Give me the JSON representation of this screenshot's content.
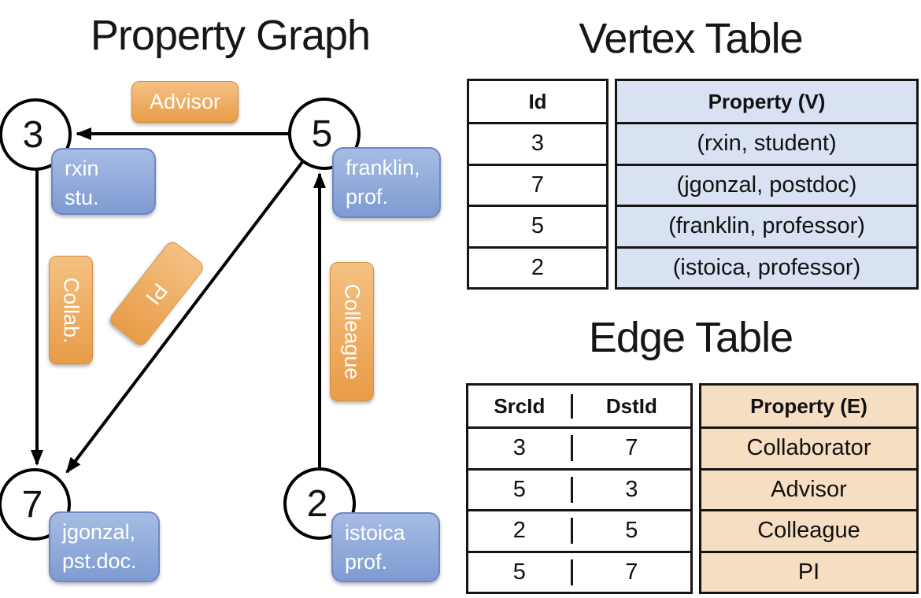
{
  "graph": {
    "title": "Property Graph",
    "nodes": [
      {
        "id": "3",
        "property_lines": [
          "rxin",
          "stu."
        ]
      },
      {
        "id": "5",
        "property_lines": [
          "franklin,",
          "prof."
        ]
      },
      {
        "id": "7",
        "property_lines": [
          "jgonzal,",
          "pst.doc."
        ]
      },
      {
        "id": "2",
        "property_lines": [
          "istoica",
          "prof."
        ]
      }
    ],
    "edges": [
      {
        "src": "5",
        "dst": "3",
        "label": "Advisor"
      },
      {
        "src": "3",
        "dst": "7",
        "label": "Collab."
      },
      {
        "src": "5",
        "dst": "7",
        "label": "PI"
      },
      {
        "src": "2",
        "dst": "5",
        "label": "Colleague"
      }
    ]
  },
  "vertex_table": {
    "title": "Vertex Table",
    "columns": [
      "Id",
      "Property (V)"
    ],
    "rows": [
      [
        "3",
        "(rxin, student)"
      ],
      [
        "7",
        "(jgonzal, postdoc)"
      ],
      [
        "5",
        "(franklin, professor)"
      ],
      [
        "2",
        "(istoica, professor)"
      ]
    ]
  },
  "edge_table": {
    "title": "Edge Table",
    "columns": [
      "SrcId",
      "DstId",
      "Property (E)"
    ],
    "rows": [
      [
        "3",
        "7",
        "Collaborator"
      ],
      [
        "5",
        "3",
        "Advisor"
      ],
      [
        "2",
        "5",
        "Colleague"
      ],
      [
        "5",
        "7",
        "PI"
      ]
    ]
  },
  "colors": {
    "edge_label_orange": "#EC9F4B",
    "node_property_blue": "#8CA7D8",
    "vertex_property_fill": "#D9E2F3",
    "edge_property_fill": "#F6DEC3",
    "line_black": "#000000"
  }
}
